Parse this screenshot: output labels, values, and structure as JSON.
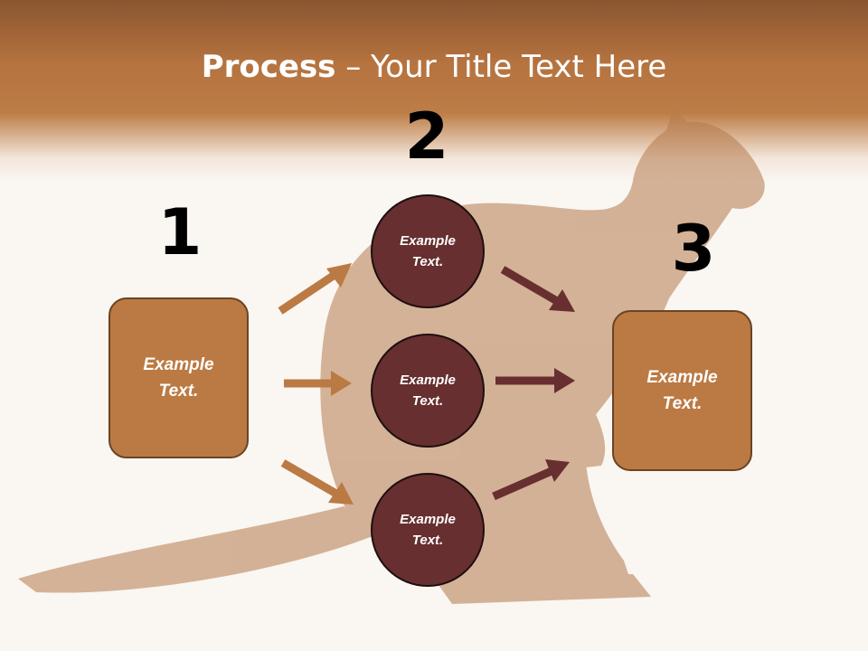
{
  "slide": {
    "title_bold": "Process",
    "title_rest": " – Your Title Text Here",
    "step_numbers": [
      "1",
      "2",
      "3"
    ],
    "left_box": "Example\nText.",
    "right_box": "Example\nText.",
    "circles": [
      "Example\nText.",
      "Example\nText.",
      "Example\nText."
    ]
  },
  "colors": {
    "accent_light": "#bb7a43",
    "accent_dark": "#672f2f",
    "header": "#b5733f"
  }
}
